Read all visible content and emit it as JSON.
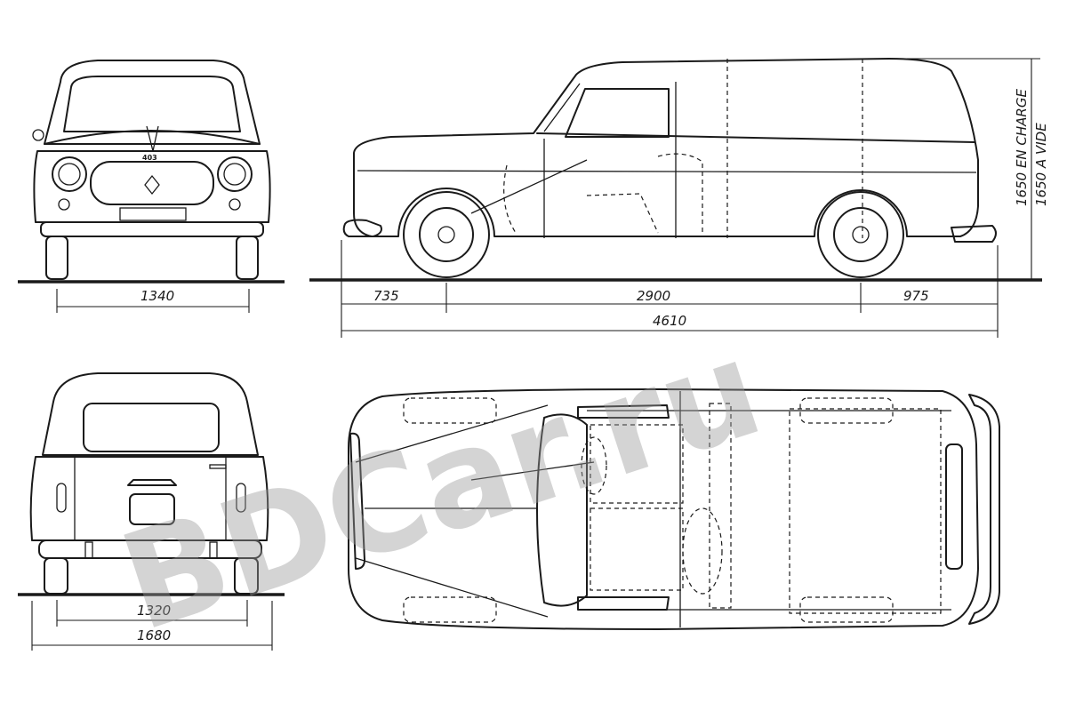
{
  "dimensions": {
    "front_track": "1340",
    "front_overhang": "735",
    "wheelbase": "2900",
    "rear_overhang": "975",
    "overall_length": "4610",
    "rear_track": "1320",
    "overall_width": "1680",
    "height_loaded": "1650 EN CHARGE",
    "height_empty": "1650 A VIDE"
  },
  "badge": {
    "model_number": "403"
  },
  "watermark": {
    "text": "BDCar.ru"
  }
}
